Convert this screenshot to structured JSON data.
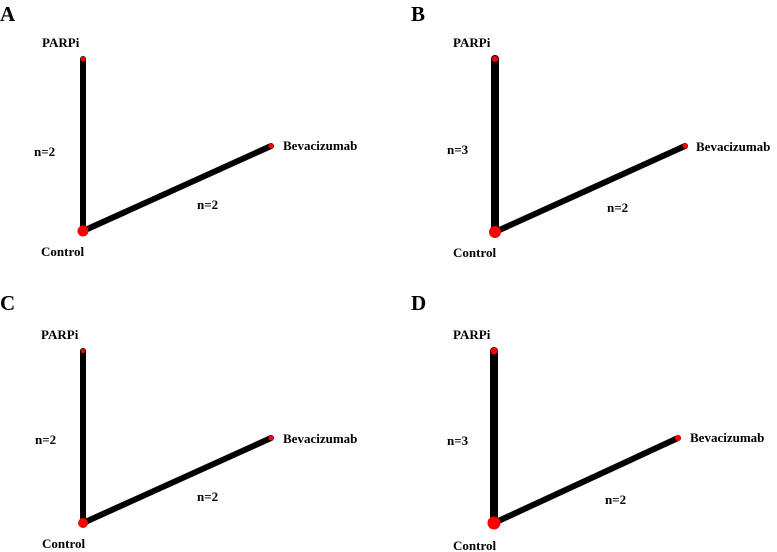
{
  "colors": {
    "edge": "#000000",
    "node": "#ff0000",
    "text": "#000000",
    "background": "#ffffff"
  },
  "panels": [
    {
      "letter": "A",
      "nodes": [
        {
          "id": "parpi",
          "label": "PARPi"
        },
        {
          "id": "control",
          "label": "Control"
        },
        {
          "id": "bev",
          "label": "Bevacizumab"
        }
      ],
      "edges": [
        {
          "from": "control",
          "to": "parpi",
          "n": 2,
          "label": "n=2"
        },
        {
          "from": "control",
          "to": "bev",
          "n": 2,
          "label": "n=2"
        }
      ]
    },
    {
      "letter": "B",
      "nodes": [
        {
          "id": "parpi",
          "label": "PARPi"
        },
        {
          "id": "control",
          "label": "Control"
        },
        {
          "id": "bev",
          "label": "Bevacizumab"
        }
      ],
      "edges": [
        {
          "from": "control",
          "to": "parpi",
          "n": 3,
          "label": "n=3"
        },
        {
          "from": "control",
          "to": "bev",
          "n": 2,
          "label": "n=2"
        }
      ]
    },
    {
      "letter": "C",
      "nodes": [
        {
          "id": "parpi",
          "label": "PARPi"
        },
        {
          "id": "control",
          "label": "Control"
        },
        {
          "id": "bev",
          "label": "Bevacizumab"
        }
      ],
      "edges": [
        {
          "from": "control",
          "to": "parpi",
          "n": 2,
          "label": "n=2"
        },
        {
          "from": "control",
          "to": "bev",
          "n": 2,
          "label": "n=2"
        }
      ]
    },
    {
      "letter": "D",
      "nodes": [
        {
          "id": "parpi",
          "label": "PARPi"
        },
        {
          "id": "control",
          "label": "Control"
        },
        {
          "id": "bev",
          "label": "Bevacizumab"
        }
      ],
      "edges": [
        {
          "from": "control",
          "to": "parpi",
          "n": 3,
          "label": "n=3"
        },
        {
          "from": "control",
          "to": "bev",
          "n": 2,
          "label": "n=2"
        }
      ]
    }
  ]
}
